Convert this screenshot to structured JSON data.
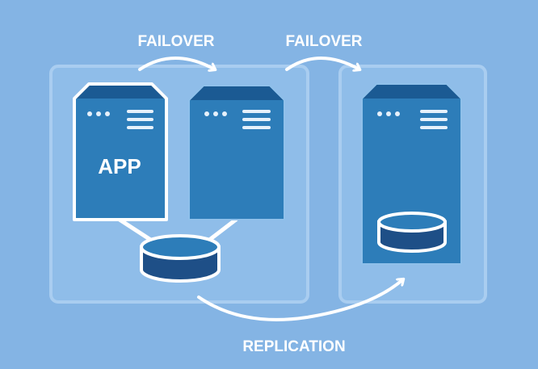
{
  "diagram": {
    "labels": {
      "failover_1": "FAILOVER",
      "failover_2": "FAILOVER",
      "replication": "REPLICATION",
      "app": "APP"
    },
    "colors": {
      "background": "#84b4e4",
      "server_body": "#2d7db9",
      "server_top": "#1b5a93",
      "database": "#1e4f87",
      "outline": "#ffffff",
      "container_stroke": "#a9cdf0"
    }
  }
}
